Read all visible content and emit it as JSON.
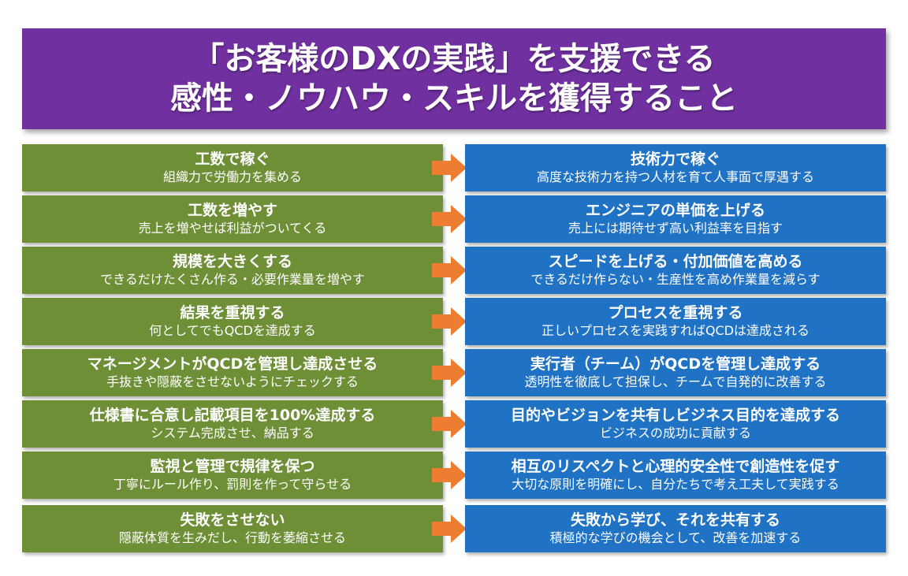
{
  "title": {
    "line1": "「お客様のDXの実践」を支援できる",
    "line2": "感性・ノウハウ・スキルを獲得すること"
  },
  "colors": {
    "title_bg": "#7030a0",
    "left_bg": "#6f8f37",
    "right_bg": "#1f72c4",
    "arrow": "#ed7d31"
  },
  "rows": [
    {
      "left": {
        "heading": "工数で稼ぐ",
        "detail": "組織力で労働力を集める"
      },
      "right": {
        "heading": "技術力で稼ぐ",
        "detail": "高度な技術力を持つ人材を育て人事面で厚遇する"
      }
    },
    {
      "left": {
        "heading": "工数を増やす",
        "detail": "売上を増やせば利益がついてくる"
      },
      "right": {
        "heading": "エンジニアの単価を上げる",
        "detail": "売上には期待せず高い利益率を目指す"
      }
    },
    {
      "left": {
        "heading": "規模を大きくする",
        "detail": "できるだけたくさん作る・必要作業量を増やす"
      },
      "right": {
        "heading": "スピードを上げる・付加価値を高める",
        "detail": "できるだけ作らない・生産性を高め作業量を減らす"
      }
    },
    {
      "left": {
        "heading": "結果を重視する",
        "detail": "何としてでもQCDを達成する"
      },
      "right": {
        "heading": "プロセスを重視する",
        "detail": "正しいプロセスを実践すればQCDは達成される"
      }
    },
    {
      "left": {
        "heading": "マネージメントがQCDを管理し達成させる",
        "detail": "手抜きや隠蔽をさせないようにチェックする"
      },
      "right": {
        "heading": "実行者（チーム）がQCDを管理し達成する",
        "detail": "透明性を徹底して担保し、チームで自発的に改善する"
      }
    },
    {
      "left": {
        "heading": "仕様書に合意し記載項目を100%達成する",
        "detail": "システム完成させ、納品する"
      },
      "right": {
        "heading": "目的やビジョンを共有しビジネス目的を達成する",
        "detail": "ビジネスの成功に貢献する"
      }
    },
    {
      "left": {
        "heading": "監視と管理で規律を保つ",
        "detail": "丁寧にルール作り、罰則を作って守らせる"
      },
      "right": {
        "heading": "相互のリスペクトと心理的安全性で創造性を促す",
        "detail": "大切な原則を明確にし、自分たちで考え工夫して実践する"
      }
    },
    {
      "left": {
        "heading": "失敗をさせない",
        "detail": "隠蔽体質を生みだし、行動を萎縮させる"
      },
      "right": {
        "heading": "失敗から学び、それを共有する",
        "detail": "積極的な学びの機会として、改善を加速する"
      }
    }
  ]
}
